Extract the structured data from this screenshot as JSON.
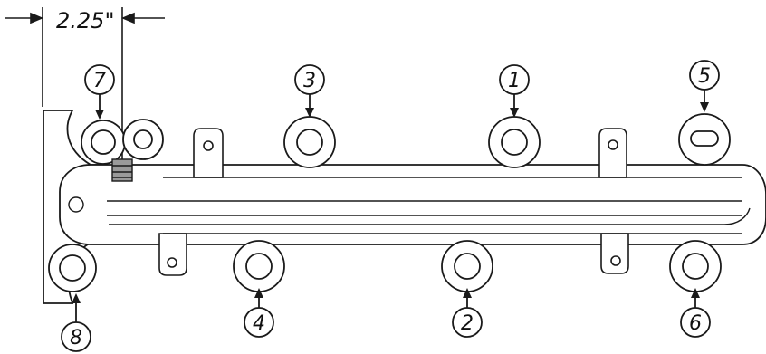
{
  "dimension": {
    "label": "2.25\""
  },
  "callouts": [
    "7",
    "3",
    "1",
    "5",
    "8",
    "4",
    "2",
    "6"
  ],
  "colors": {
    "line": "#1a1a1a",
    "shade": "#9a9a9a",
    "paper": "#ffffff"
  }
}
